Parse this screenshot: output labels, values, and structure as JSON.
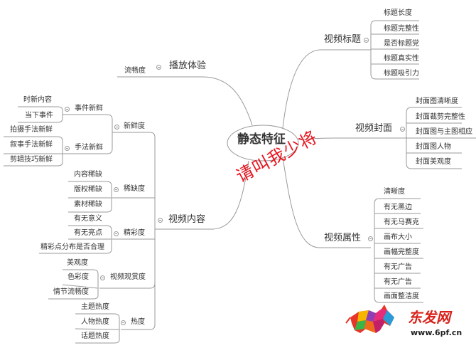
{
  "root": {
    "label": "静态特征"
  },
  "watermark": "请叫我少将",
  "branches": {
    "video_title": {
      "label": "视频标题",
      "children": [
        "标题长度",
        "标题完整性",
        "是否标题党",
        "标题真实性",
        "标题吸引力"
      ]
    },
    "video_cover": {
      "label": "视频封面",
      "children": [
        "封面图清晰度",
        "封面裁剪完整性",
        "封面图与主图相应",
        "封面图人物",
        "封面美观度"
      ]
    },
    "video_attributes": {
      "label": "视频属性",
      "children": [
        "清晰度",
        "有无黑边",
        "有无马赛克",
        "画布大小",
        "画幅完整度",
        "有无广告",
        "有无广告",
        "画面整洁度"
      ]
    },
    "playback": {
      "label": "播放体验",
      "children": [
        "流畅度"
      ]
    },
    "video_content": {
      "label": "视频内容",
      "groups": [
        {
          "label": "新鲜度",
          "subgroups": [
            {
              "label": "事件新鲜",
              "children": [
                "时新内容",
                "当下事件"
              ]
            },
            {
              "label": "手法新鲜",
              "children": [
                "拍摄手法新鲜",
                "叙事手法新鲜",
                "剪辑技巧新鲜"
              ]
            }
          ]
        },
        {
          "label": "稀缺度",
          "children": [
            "内容稀缺",
            "版权稀缺",
            "素材稀缺"
          ]
        },
        {
          "label": "精彩度",
          "children": [
            "有无意义",
            "有无亮点",
            "精彩点分布是否合理"
          ]
        },
        {
          "label": "视频观赏度",
          "children": [
            "美观度",
            "色彩度",
            "情节流畅度"
          ]
        },
        {
          "label": "热度",
          "children": [
            "主题热度",
            "人物热度",
            "话题热度"
          ]
        }
      ]
    }
  },
  "logo": {
    "brand": "东发网",
    "url": "www.6pf.cn"
  },
  "colors": {
    "line": "#999999",
    "text": "#333333",
    "watermark": "#e8141e",
    "logo": "#d8211a"
  }
}
